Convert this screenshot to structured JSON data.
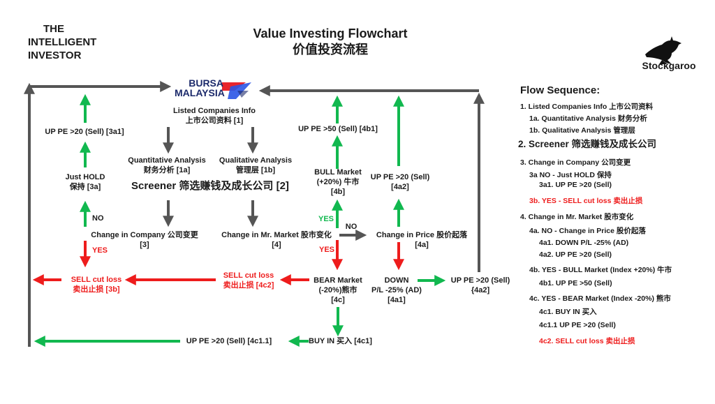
{
  "header": {
    "book_title_lines": [
      "THE",
      "INTELLIGENT",
      "INVESTOR"
    ],
    "title_en": "Value Investing Flowchart",
    "title_zh": "价值投资流程",
    "brand": "Stockgaroo",
    "brand_icon": "kangaroo-icon"
  },
  "colors": {
    "gray_arrow": "#555555",
    "green_arrow": "#11b84f",
    "red_arrow": "#ee1c1c",
    "bursa_navy": "#1c2a6b",
    "bursa_red": "#e8242c",
    "bursa_blue": "#2b55e6"
  },
  "bursa_logo": {
    "line1": "BURSA",
    "line2": "MALAYSIA"
  },
  "nodes": {
    "listed_companies": {
      "line1": "Listed Companies Info",
      "line2": "上市公司资料 [1]"
    },
    "quantitative": {
      "line1": "Quantitative Analysis",
      "line2": "财务分析 [1a]"
    },
    "qualitative": {
      "line1": "Qualitative Analysis",
      "line2": "管理层 [1b]"
    },
    "screener": "Screener 筛选赚钱及成长公司 [2]",
    "change_company": {
      "line1": "Change in Company 公司变更",
      "line2": "[3]"
    },
    "just_hold": {
      "line1": "Just HOLD",
      "line2": "保持 [3a]"
    },
    "up_pe_3a1": "UP PE >20 (Sell) [3a1]",
    "sell_3b": {
      "line1": "SELL cut loss",
      "line2": "卖出止损 [3b]"
    },
    "change_market": {
      "line1": "Change in Mr. Market 股市变化",
      "line2": "[4]"
    },
    "bull_market": {
      "line1": "BULL Market",
      "line2": "(+20%) 牛市",
      "line3": "[4b]"
    },
    "up_pe_4b1": "UP PE >50 (Sell) [4b1]",
    "up_pe_4a2_top": {
      "line1": "UP PE >20 (Sell)",
      "line2": "[4a2]"
    },
    "change_price": {
      "line1": "Change in Price 股价起落",
      "line2": "[4a]"
    },
    "bear_market": {
      "line1": "BEAR Market",
      "line2": "(-20%)熊市",
      "line3": "[4c]"
    },
    "down_4a1": {
      "line1": "DOWN",
      "line2": "P/L -25% (AD)",
      "line3": "[4a1]"
    },
    "up_pe_4a2_right": {
      "line1": "UP PE >20 (Sell)",
      "line2": "{4a2]"
    },
    "sell_4c2": {
      "line1": "SELL cut loss",
      "line2": "卖出止损 [4c2]"
    },
    "buy_in": "BUY IN 买入 [4c1]",
    "up_pe_4c11": "UP PE >20 (Sell) [4c1.1]"
  },
  "edge_labels": {
    "no_company": "NO",
    "yes_company": "YES",
    "yes_bull": "YES",
    "yes_bear": "YES",
    "no_market": "NO"
  },
  "flow_sequence": {
    "heading": "Flow Sequence:",
    "items": [
      {
        "text": "1. Listed Companies Info 上市公司资料",
        "level": 1
      },
      {
        "text": "1a. Quantitative Analysis 财务分析",
        "level": 2
      },
      {
        "text": "1b. Qualitative Analysis 管理层",
        "level": 2
      },
      {
        "text": "2. Screener 筛选赚钱及成长公司",
        "level": 1,
        "emphasis": "large"
      },
      {
        "text": "3. Change in Company 公司变更",
        "level": 1
      },
      {
        "text": "3a  NO - Just HOLD 保持",
        "level": 2
      },
      {
        "text": "3a1. UP PE >20 (Sell)",
        "level": 3
      },
      {
        "text": "3b. YES - SELL cut loss 卖出止损",
        "level": 2,
        "color": "red"
      },
      {
        "text": "4. Change in Mr. Market 股市变化",
        "level": 1
      },
      {
        "text": "4a. NO - Change in Price 股价起落",
        "level": 2
      },
      {
        "text": "4a1. DOWN P/L -25% (AD)",
        "level": 3
      },
      {
        "text": "4a2. UP PE >20 (Sell)",
        "level": 3
      },
      {
        "text": "4b. YES - BULL Market (Index +20%) 牛市",
        "level": 2
      },
      {
        "text": "4b1. UP PE >50 (Sell)",
        "level": 3
      },
      {
        "text": "4c. YES - BEAR Market (Index -20%) 熊市",
        "level": 2
      },
      {
        "text": "4c1. BUY IN 买入",
        "level": 3
      },
      {
        "text": "4c1.1 UP PE >20 (Sell)",
        "level": 3
      },
      {
        "text": "4c2. SELL cut loss 卖出止损",
        "level": 3,
        "color": "red"
      }
    ]
  }
}
